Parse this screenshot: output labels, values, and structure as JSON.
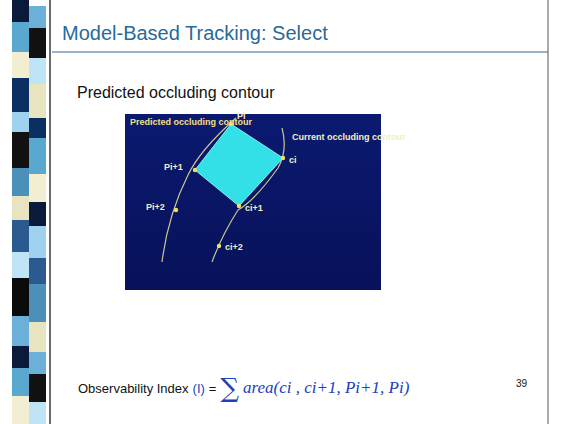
{
  "diagram": {
    "title": "Model-Based Tracking: Select",
    "labels": [
      "Predicted occluding contour",
      "Predicted occluding contour",
      "Current occluding contour",
      "Pi",
      "Pi+1",
      "Pi+2",
      "ci",
      "ci+1",
      "ci+2",
      "Observability Index",
      "(I)",
      "=",
      "∑",
      "area(ci , ci+1, Pi+1, Pi)",
      "39"
    ]
  }
}
